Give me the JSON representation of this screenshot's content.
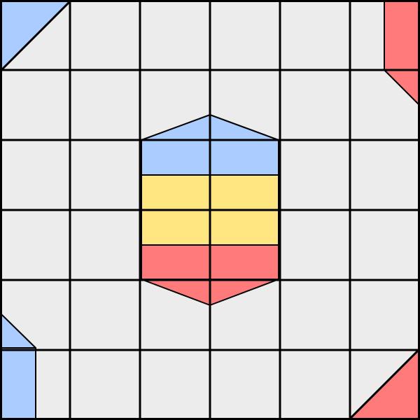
{
  "board": {
    "rows": 6,
    "cols": 6,
    "colors": {
      "cell": "#ececec",
      "grid_line": "#000000",
      "blue": "#aaccff",
      "red": "#ff7b7b",
      "yellow": "#ffe680"
    }
  },
  "pieces": [
    {
      "name": "blue-triangle-top-left",
      "color": "blue"
    },
    {
      "name": "red-block-top-right",
      "color": "red"
    },
    {
      "name": "red-triangle-top-right",
      "color": "red"
    },
    {
      "name": "blue-roof-left",
      "color": "blue"
    },
    {
      "name": "blue-roof-right",
      "color": "blue"
    },
    {
      "name": "blue-block-left",
      "color": "blue"
    },
    {
      "name": "blue-block-right",
      "color": "blue"
    },
    {
      "name": "yellow-center-block",
      "color": "yellow"
    },
    {
      "name": "red-block-left",
      "color": "red"
    },
    {
      "name": "red-block-right",
      "color": "red"
    },
    {
      "name": "red-keel-left",
      "color": "red"
    },
    {
      "name": "red-keel-right",
      "color": "red"
    },
    {
      "name": "blue-triangle-bottom-left",
      "color": "blue"
    },
    {
      "name": "blue-block-bottom-left",
      "color": "blue"
    },
    {
      "name": "red-triangle-bottom-right",
      "color": "red"
    }
  ]
}
